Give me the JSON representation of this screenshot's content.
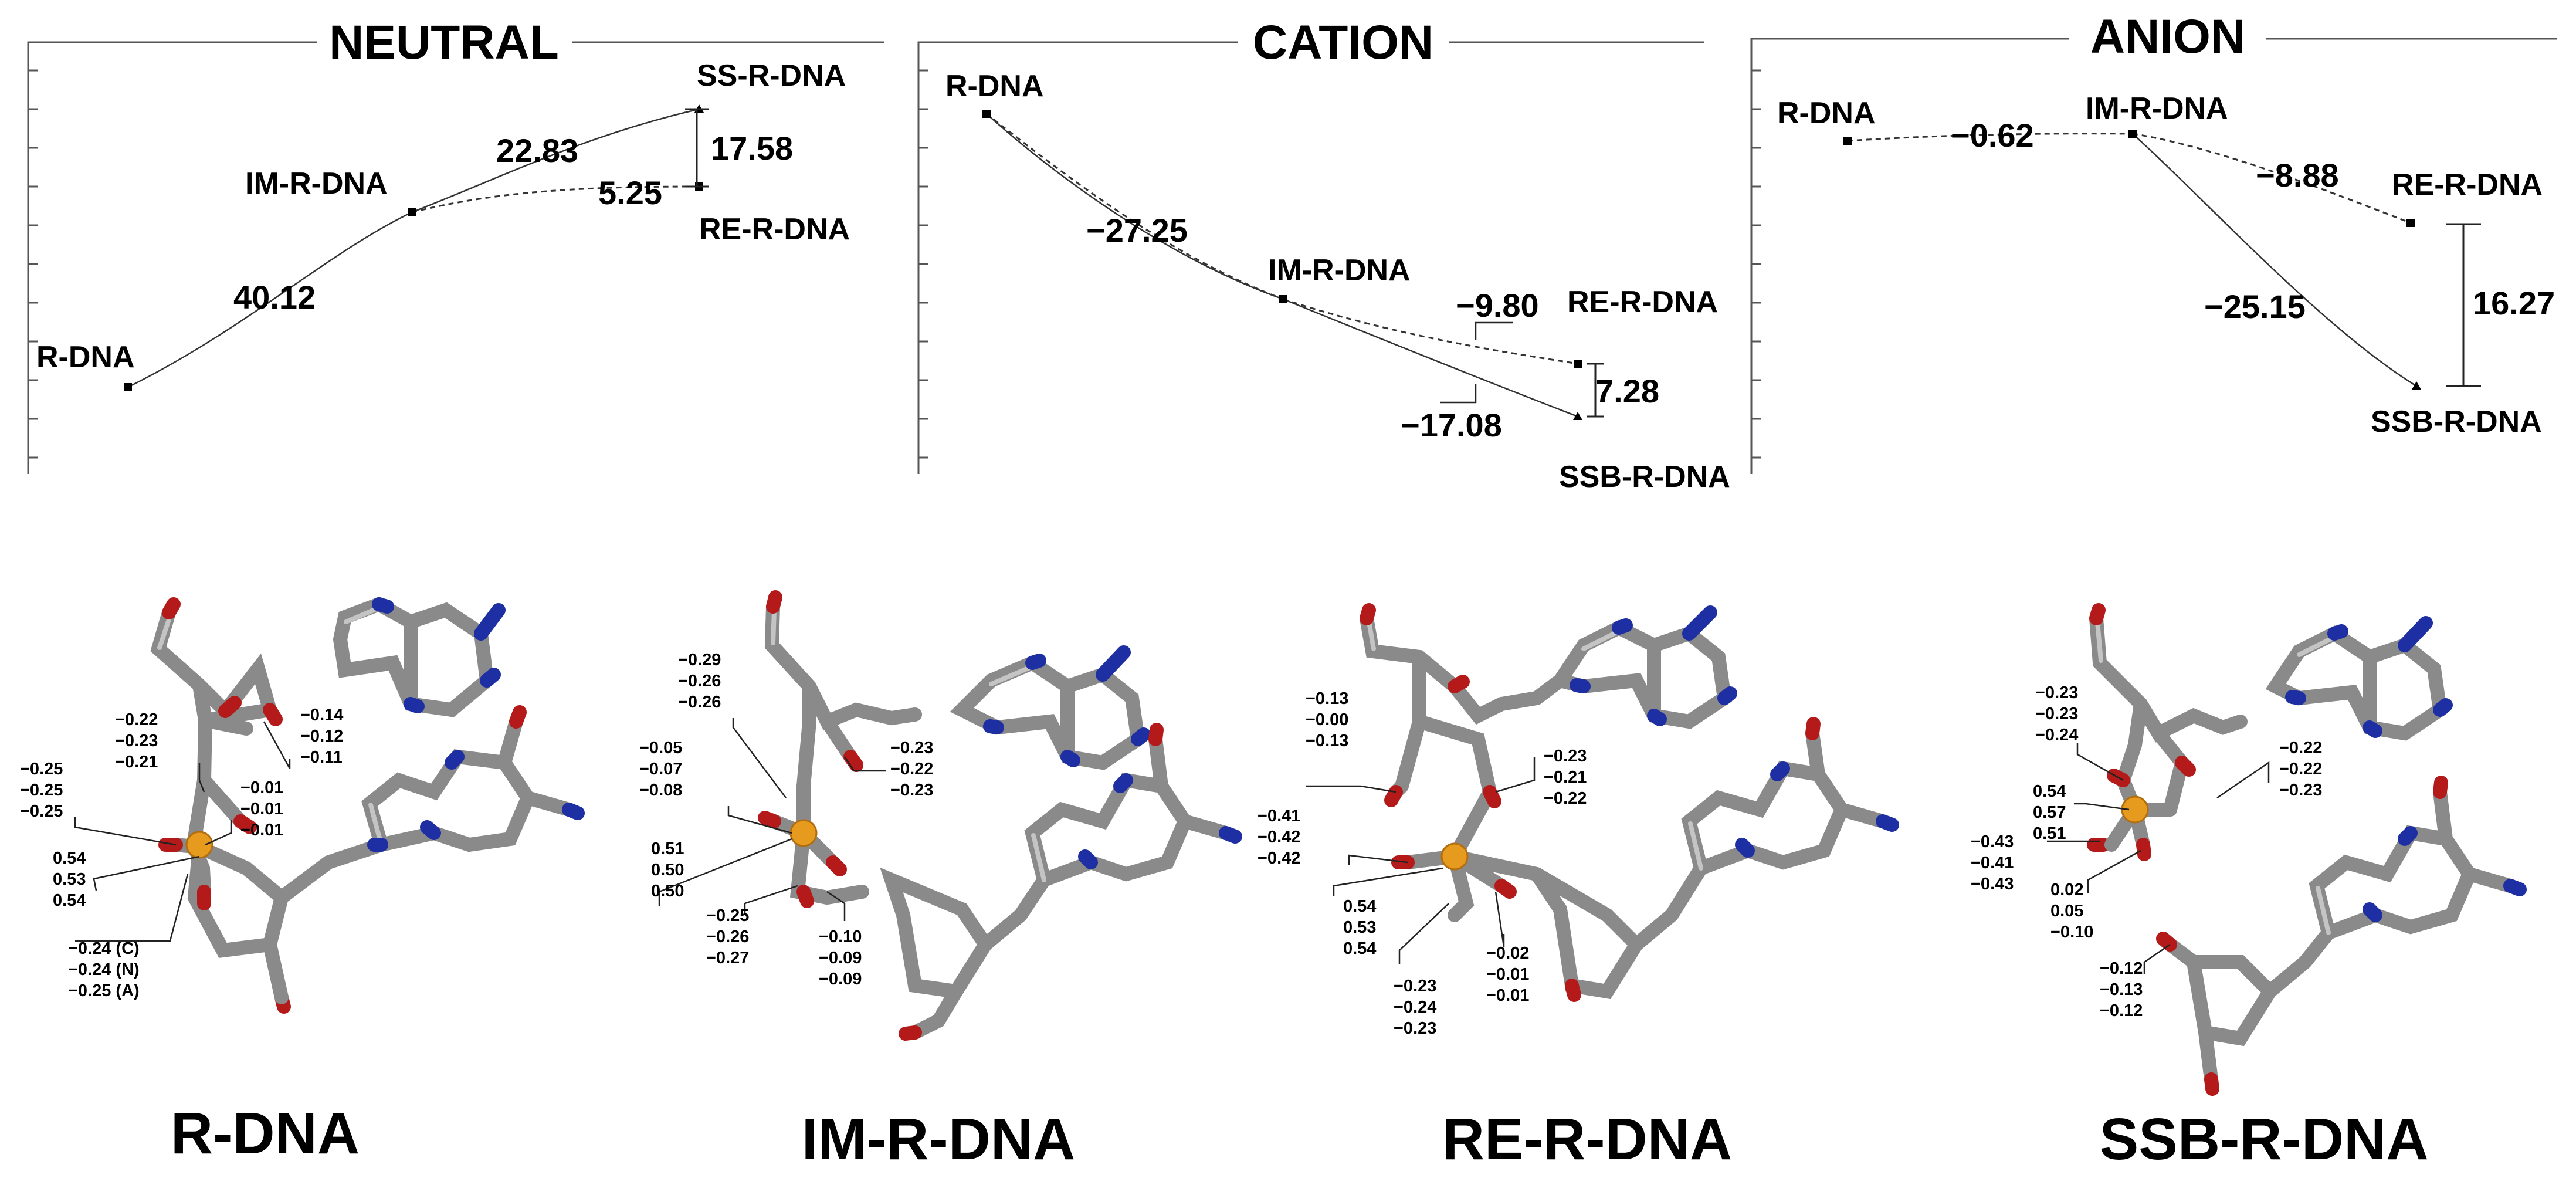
{
  "panels": [
    {
      "title": "NEUTRAL",
      "labels": {
        "r": "R-DNA",
        "im": "IM-R-DNA",
        "ss": "SS-R-DNA",
        "re": "RE-R-DNA"
      },
      "values": {
        "r_im": "40.12",
        "im_ss": "22.83",
        "im_re": "5.25",
        "gap": "17.58"
      }
    },
    {
      "title": "CATION",
      "labels": {
        "r": "R-DNA",
        "im": "IM-R-DNA",
        "re": "RE-R-DNA",
        "ssb": "SSB-R-DNA"
      },
      "values": {
        "r_im": "−27.25",
        "im_re": "−9.80",
        "im_ssb": "−17.08",
        "gap": "7.28"
      }
    },
    {
      "title": "ANION",
      "labels": {
        "r": "R-DNA",
        "im": "IM-R-DNA",
        "re": "RE-R-DNA",
        "ssb": "SSB-R-DNA"
      },
      "values": {
        "r_im": "−0.62",
        "im_re": "−8.88",
        "im_ssb": "−25.15",
        "gap": "16.27"
      }
    }
  ],
  "molecules": [
    {
      "name": "R-DNA",
      "charges": [
        {
          "lines": [
            "−0.25",
            "−0.25",
            "−0.25"
          ]
        },
        {
          "lines": [
            "−0.22",
            "−0.23",
            "−0.21"
          ]
        },
        {
          "lines": [
            "−0.14",
            "−0.12",
            "−0.11"
          ]
        },
        {
          "lines": [
            "−0.01",
            "−0.01",
            "−0.01"
          ]
        },
        {
          "lines": [
            "0.54",
            "0.53",
            "0.54"
          ]
        },
        {
          "lines": [
            "−0.24 (C)",
            "−0.24 (N)",
            "−0.25 (A)"
          ]
        }
      ]
    },
    {
      "name": "IM-R-DNA",
      "charges": [
        {
          "lines": [
            "−0.29",
            "−0.26",
            "−0.26"
          ]
        },
        {
          "lines": [
            "−0.05",
            "−0.07",
            "−0.08"
          ]
        },
        {
          "lines": [
            "−0.23",
            "−0.22",
            "−0.23"
          ]
        },
        {
          "lines": [
            "0.51",
            "0.50",
            "0.50"
          ]
        },
        {
          "lines": [
            "−0.25",
            "−0.26",
            "−0.27"
          ]
        },
        {
          "lines": [
            "−0.10",
            "−0.09",
            "−0.09"
          ]
        }
      ]
    },
    {
      "name": "RE-R-DNA",
      "charges": [
        {
          "lines": [
            "−0.13",
            "−0.00",
            "−0.13"
          ]
        },
        {
          "lines": [
            "−0.23",
            "−0.21",
            "−0.22"
          ]
        },
        {
          "lines": [
            "−0.41",
            "−0.42",
            "−0.42"
          ]
        },
        {
          "lines": [
            "0.54",
            "0.53",
            "0.54"
          ]
        },
        {
          "lines": [
            "−0.23",
            "−0.24",
            "−0.23"
          ]
        },
        {
          "lines": [
            "−0.02",
            "−0.01",
            "−0.01"
          ]
        }
      ]
    },
    {
      "name": "SSB-R-DNA",
      "charges": [
        {
          "lines": [
            "−0.23",
            "−0.23",
            "−0.24"
          ]
        },
        {
          "lines": [
            "0.54",
            "0.57",
            "0.51"
          ]
        },
        {
          "lines": [
            "−0.22",
            "−0.22",
            "−0.23"
          ]
        },
        {
          "lines": [
            "−0.43",
            "−0.41",
            "−0.43"
          ]
        },
        {
          "lines": [
            "0.02",
            "0.05",
            "−0.10"
          ]
        },
        {
          "lines": [
            "−0.12",
            "−0.13",
            "−0.12"
          ]
        }
      ]
    }
  ],
  "colors": {
    "carbon": "#8a8a8a",
    "oxygen": "#b51a1a",
    "nitrogen": "#1d2fa3",
    "phosphorus": "#e69a1e"
  }
}
